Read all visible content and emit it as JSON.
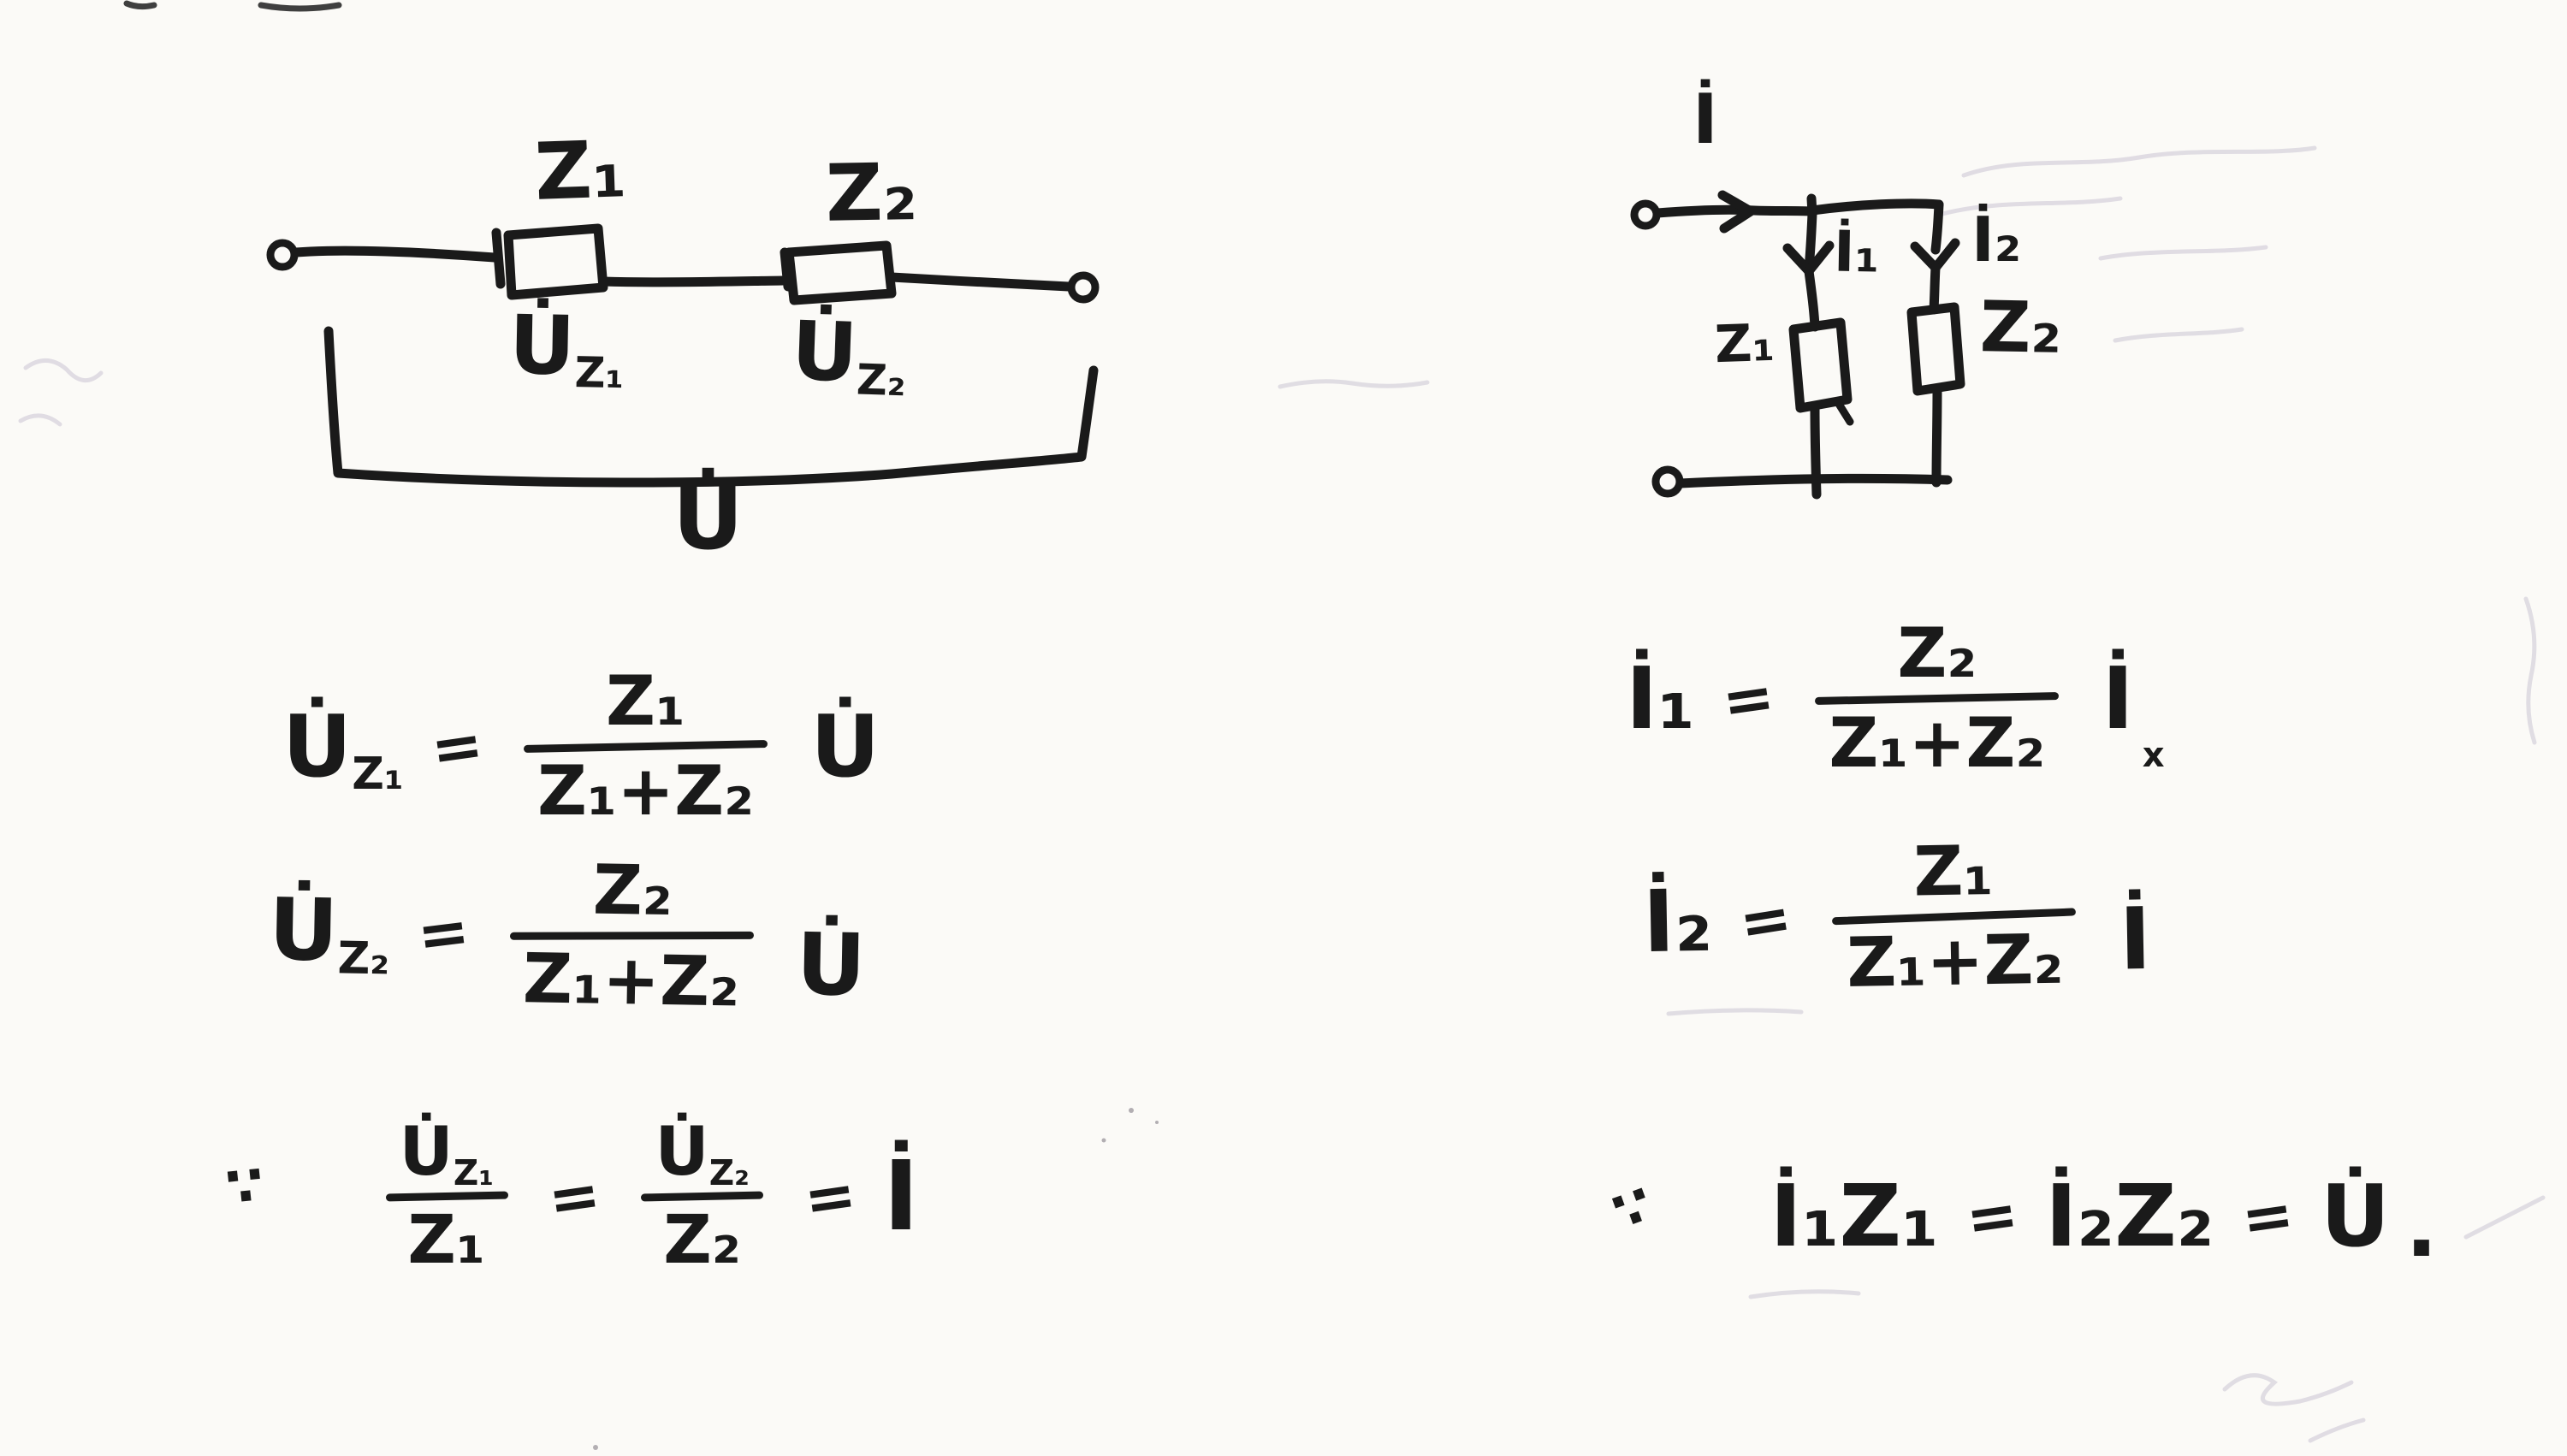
{
  "colors": {
    "paper": "#fbfaf7",
    "ink": "#1a1a1a",
    "pencil": "#cbc5d4"
  },
  "left": {
    "circuit": {
      "z1": "Z₁",
      "z2": "Z₂",
      "uz1_base": "U̇",
      "uz1_sub": "Z₁",
      "uz2_base": "U̇",
      "uz2_sub": "Z₂",
      "u_total": "U̇"
    },
    "eq1": {
      "lhs_base": "U̇",
      "lhs_sub": "Z₁",
      "eq": "=",
      "num": "Z₁",
      "den": "Z₁+Z₂",
      "rhs": "U̇"
    },
    "eq2": {
      "lhs_base": "U̇",
      "lhs_sub": "Z₂",
      "eq": "=",
      "num": "Z₂",
      "den": "Z₁+Z₂",
      "rhs": "U̇"
    },
    "eq3": {
      "because": "∵",
      "f1_num_base": "U̇",
      "f1_num_sub": "Z₁",
      "f1_den": "Z₁",
      "eq1": "=",
      "f2_num_base": "U̇",
      "f2_num_sub": "Z₂",
      "f2_den": "Z₂",
      "eq2": "=",
      "rhs": "İ"
    }
  },
  "right": {
    "circuit": {
      "i_total": "İ",
      "i1": "İ₁",
      "i2": "İ₂",
      "z1": "Z₁",
      "z2": "Z₂"
    },
    "eq1": {
      "lhs": "İ₁",
      "eq": "=",
      "num": "Z₂",
      "den": "Z₁+Z₂",
      "rhs": "İ",
      "stray": "x"
    },
    "eq2": {
      "lhs": "İ₂",
      "eq": "=",
      "num": "Z₁",
      "den": "Z₁+Z₂",
      "rhs": "İ"
    },
    "eq3": {
      "because": "∵",
      "lhs": "İ₁Z₁",
      "eq1": "=",
      "mid": "İ₂Z₂",
      "eq2": "=",
      "rhs": "U̇",
      "period": "."
    }
  }
}
